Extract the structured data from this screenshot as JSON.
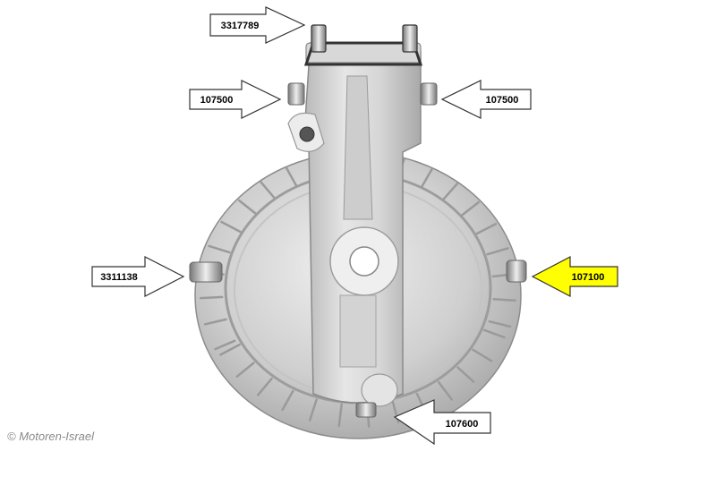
{
  "diagram": {
    "part_numbers": {
      "top_bolt": "3317789",
      "left_upper_plug": "107500",
      "right_upper_plug": "107500",
      "left_side_plug": "3311138",
      "right_side_plug": "107100",
      "bottom_plug": "107600"
    },
    "colors": {
      "highlight": "#ffff00",
      "arrow_fill": "#ffffff",
      "outline": "#333333",
      "housing_light": "#e2e2e2",
      "housing_dark": "#9a9a9a"
    },
    "highlighted_callout": "107100",
    "watermark": "© Motoren-Israel"
  }
}
